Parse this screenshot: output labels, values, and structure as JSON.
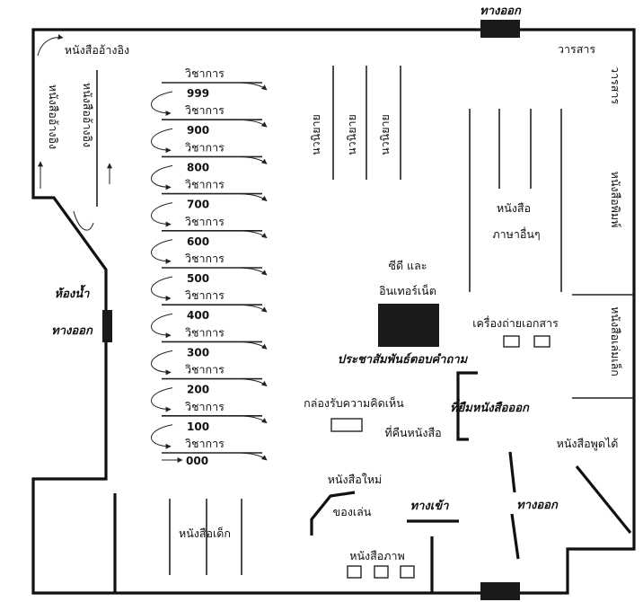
{
  "labels": {
    "exit": "ทางออก",
    "entrance": "ทางเข้า",
    "reference_books": "หนังสืออ้างอิง",
    "reference_999": "999",
    "reference_000": "000",
    "periodicals": "วารสาร",
    "newspapers": "หนังสือพิมพ์",
    "pocket_books": "หนังสือเล่มเล็ก",
    "fiction": "นวนิยาย",
    "foreign_books_1": "หนังสือ",
    "foreign_books_2": "ภาษาอื่นๆ",
    "cd_internet_1": "ซีดี และ",
    "cd_internet_2": "อินเทอร์เน็ต",
    "photocopier": "เครื่องถ่ายเอกสาร",
    "pr_desk": "ประชาสัมพันธ์ตอบคำถาม",
    "suggestion_box": "กล่องรับความคิดเห็น",
    "borrow_desk": "ที่ยืมหนังสือออก",
    "return_point": "ที่คืนหนังสือ",
    "talking_books": "หนังสือพูดได้",
    "restroom": "ห้องน้ำ",
    "new_books": "หนังสือใหม่",
    "toys": "ของเล่น",
    "children_books": "หนังสือเด็ก",
    "picture_books": "หนังสือภาพ"
  },
  "academic_label": "วิชาการ",
  "academic_numbers": [
    "999",
    "900",
    "800",
    "700",
    "600",
    "500",
    "400",
    "300",
    "200",
    "100",
    "000"
  ],
  "colors": {
    "ink": "#111111",
    "block": "#1a1a1a"
  }
}
